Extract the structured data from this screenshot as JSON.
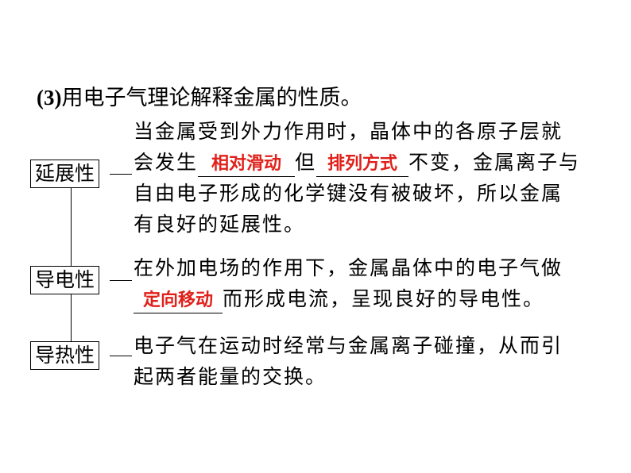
{
  "title": {
    "number": "(3)",
    "text": "用电子气理论解释金属的性质。"
  },
  "properties": [
    {
      "label": "延展性",
      "lines": [
        {
          "text": "当金属受到外力作用时，晶体中的各原子层就"
        },
        {
          "before": "会发生",
          "answer": "相对滑动",
          "middle": "但",
          "answer2": "排列方式",
          "after": "不变，金属离子与"
        },
        {
          "text": "自由电子形成的化学键没有被破坏，所以金属"
        },
        {
          "text": "有良好的延展性。"
        }
      ]
    },
    {
      "label": "导电性",
      "lines": [
        {
          "text": "在外加电场的作用下，金属晶体中的电子气做"
        },
        {
          "answer": "定向移动",
          "after": "而形成电流，呈现良好的导电性。"
        }
      ]
    },
    {
      "label": "导热性",
      "lines": [
        {
          "text": "电子气在运动时经常与金属离子碰撞，从而引"
        },
        {
          "text": "起两者能量的交换。"
        }
      ]
    }
  ],
  "colors": {
    "answer": "#e0201a",
    "text": "#000000"
  }
}
